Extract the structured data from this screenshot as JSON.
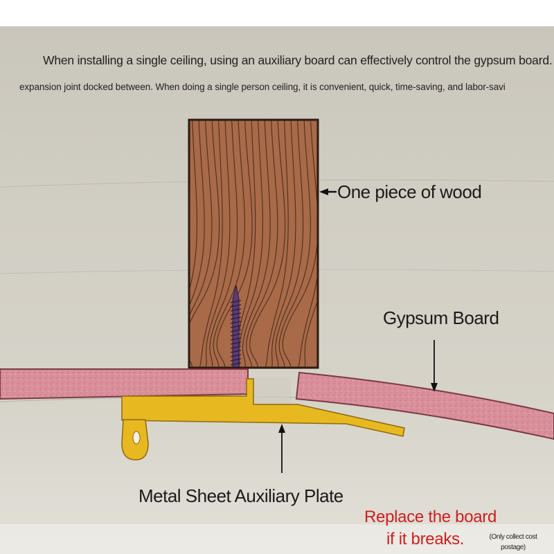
{
  "caption": {
    "line1": "When installing a single ceiling, using an auxiliary board can effectively control the gypsum board.",
    "line2": "expansion joint docked between. When doing a single person ceiling, it is convenient, quick, time-saving, and labor-savi"
  },
  "labels": {
    "wood": "One piece of wood",
    "gypsum_board": "Gypsum Board",
    "metal_plate": "Metal Sheet Auxiliary Plate"
  },
  "notice": {
    "line1": "Replace the board",
    "line2": "if it breaks.",
    "note": "(Only collect cost postage)"
  },
  "colors": {
    "background": "#cfcbc0",
    "wood": "#a86a48",
    "wood_grain": "#3d2316",
    "gypsum": "#d9909a",
    "metal": "#e8b820",
    "screw": "#5a3a78",
    "notice_text": "#cc1f1f"
  },
  "icons": [
    "screw-icon",
    "arrow-left-icon",
    "arrow-down-icon",
    "arrow-up-icon"
  ]
}
